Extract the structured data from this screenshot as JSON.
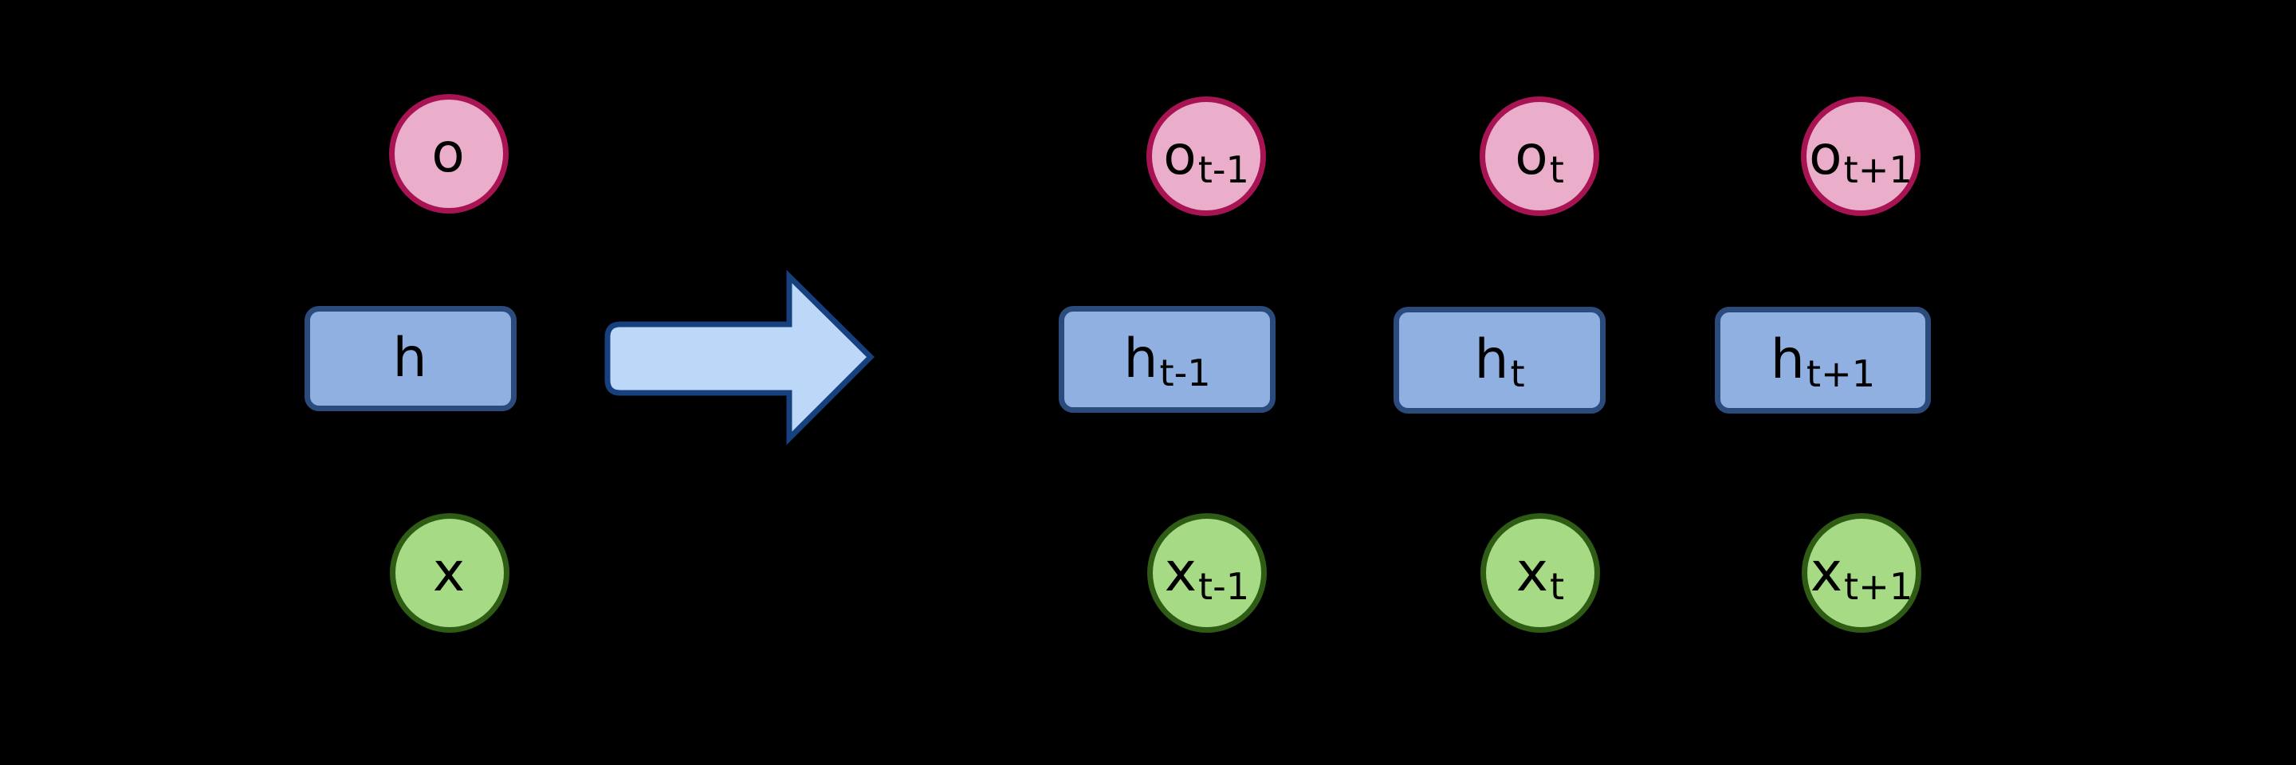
{
  "background": "#000000",
  "colors": {
    "background": "#000000",
    "text": "#000000",
    "output_fill": "#eaadca",
    "output_stroke": "#a81353",
    "hidden_fill": "#8fb0e0",
    "hidden_stroke": "#2b4b7d",
    "input_fill": "#a6da84",
    "input_stroke": "#2e5c15",
    "arrow_fill": "#bdd7f8",
    "arrow_stroke": "#16407e"
  },
  "icons": {
    "unfold_arrow": "right-block-arrow"
  },
  "folded": {
    "output": {
      "main": "o",
      "sub": ""
    },
    "hidden": {
      "main": "h",
      "sub": ""
    },
    "input": {
      "main": "x",
      "sub": ""
    }
  },
  "unfolded": [
    {
      "output": {
        "main": "o",
        "sub": "t-1"
      },
      "hidden": {
        "main": "h",
        "sub": "t-1"
      },
      "input": {
        "main": "x",
        "sub": "t-1"
      }
    },
    {
      "output": {
        "main": "o",
        "sub": "t"
      },
      "hidden": {
        "main": "h",
        "sub": "t"
      },
      "input": {
        "main": "x",
        "sub": "t"
      }
    },
    {
      "output": {
        "main": "o",
        "sub": "t+1"
      },
      "hidden": {
        "main": "h",
        "sub": "t+1"
      },
      "input": {
        "main": "x",
        "sub": "t+1"
      }
    }
  ]
}
